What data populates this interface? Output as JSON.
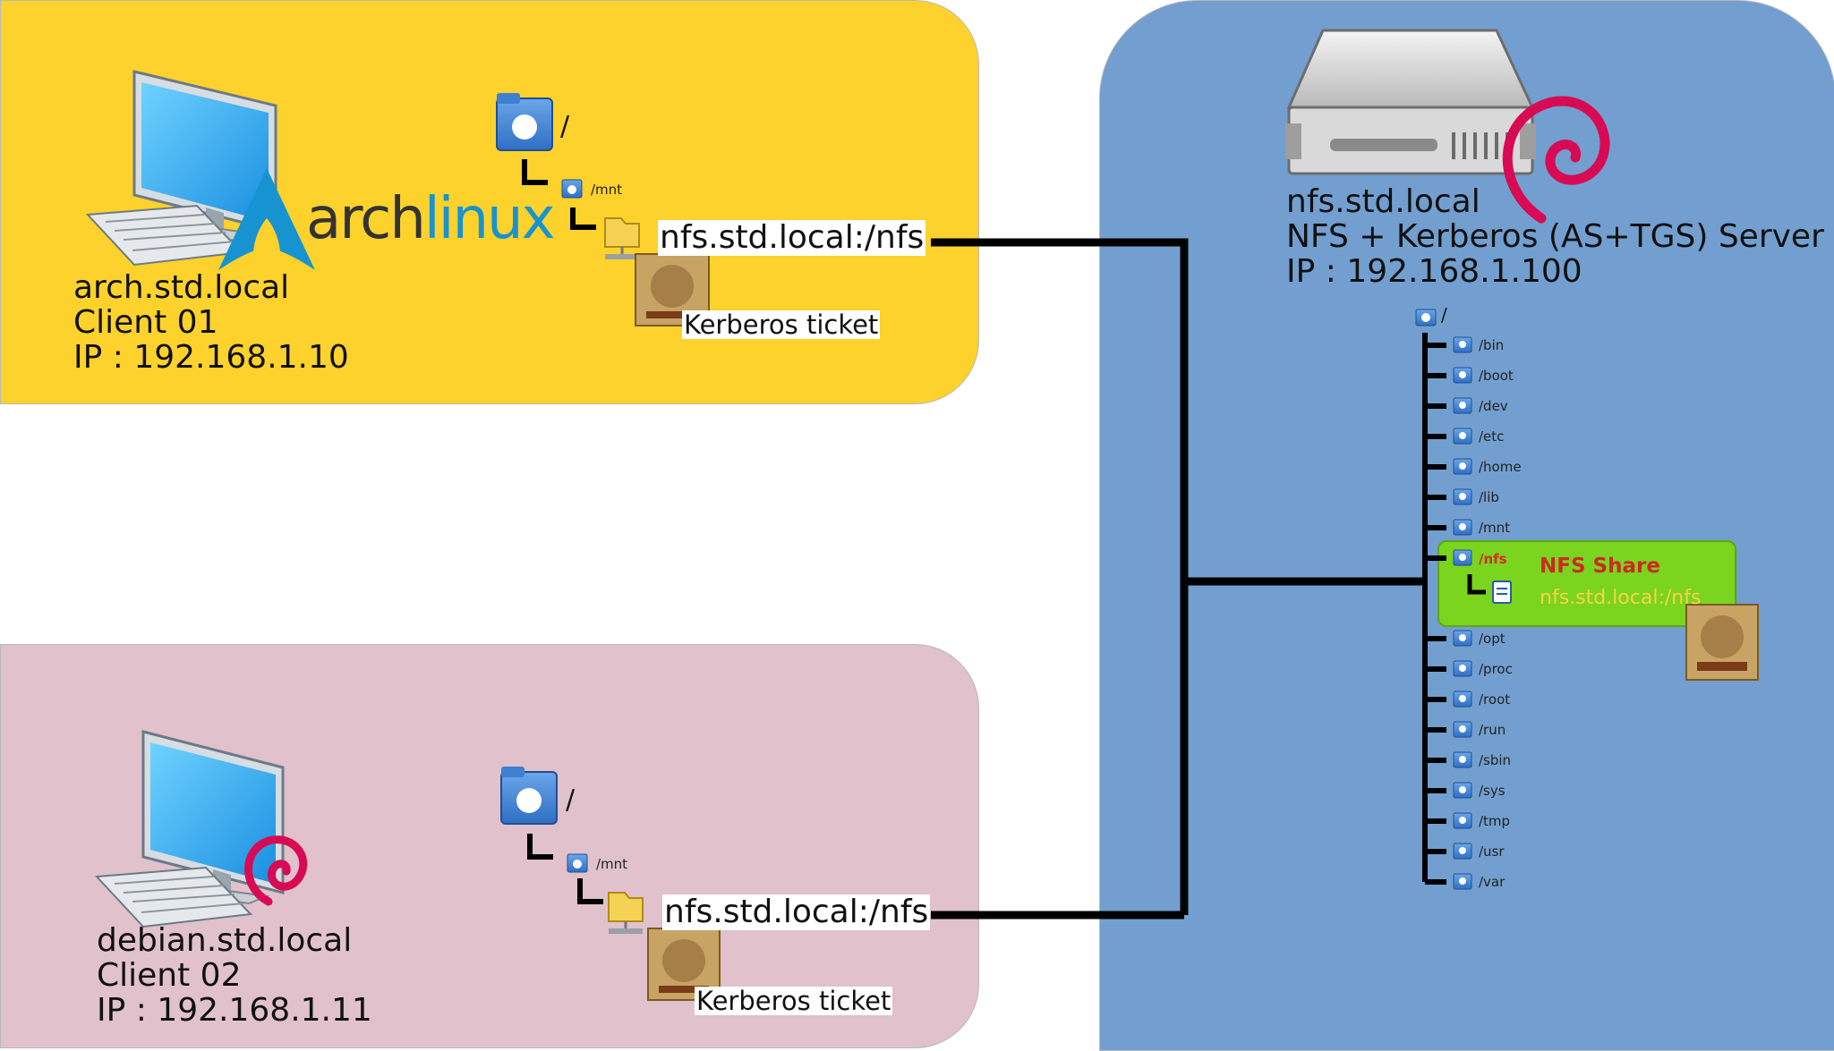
{
  "client01": {
    "root_label": "/",
    "mnt_label": "/mnt",
    "mount_label": "nfs.std.local:/nfs",
    "ticket_label": "Kerberos ticket",
    "logo_text_arch": "arch",
    "logo_text_linux": "linux",
    "hostname": "arch.std.local",
    "role": "Client 01",
    "ip": "IP : 192.168.1.10",
    "panel_color": "#fdd22c"
  },
  "client02": {
    "root_label": "/",
    "mnt_label": "/mnt",
    "mount_label": "nfs.std.local:/nfs",
    "ticket_label": "Kerberos ticket",
    "hostname": "debian.std.local",
    "role": "Client 02",
    "ip": "IP : 192.168.1.11",
    "panel_color": "#e0c1cc"
  },
  "server": {
    "hostname": "nfs.std.local",
    "role": "NFS + Kerberos (AS+TGS) Server",
    "ip": "IP : 192.168.1.100",
    "root_label": "/",
    "panel_color": "#729fcf",
    "dirs_before": [
      "/bin",
      "/boot",
      "/dev",
      "/etc",
      "/home",
      "/lib",
      "/mnt"
    ],
    "share_dir": "/nfs",
    "share_title": "NFS Share",
    "share_path": "nfs.std.local:/nfs",
    "share_color": "#7bd41e",
    "dirs_after": [
      "/opt",
      "/proc",
      "/root",
      "/run",
      "/sbin",
      "/sys",
      "/tmp",
      "/usr",
      "/var"
    ]
  },
  "icons": [
    "computer-icon",
    "arch-linux-logo",
    "debian-swirl-logo",
    "server-icon",
    "folder-icon",
    "network-folder-icon",
    "kerberos-ticket-icon",
    "file-icon"
  ]
}
